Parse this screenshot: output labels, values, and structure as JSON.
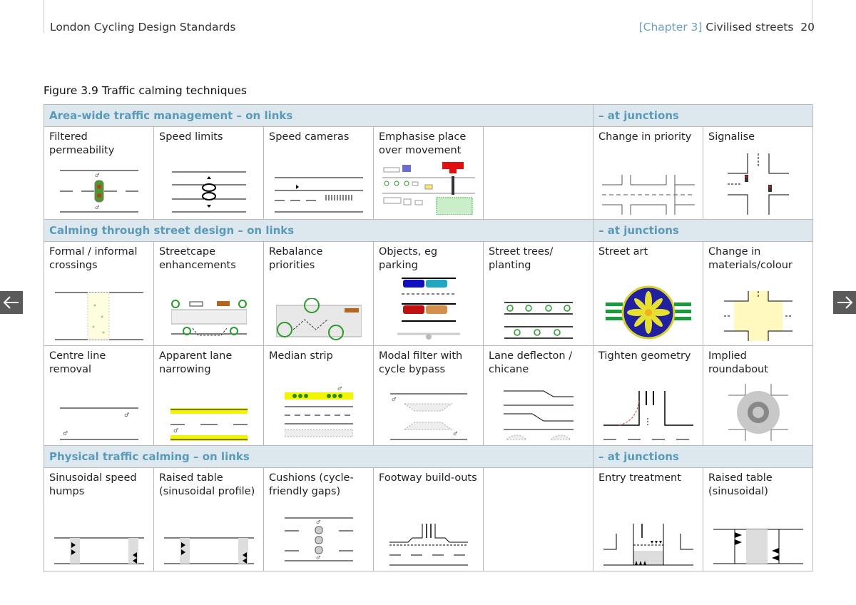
{
  "header": {
    "left": "London Cycling Design Standards",
    "chapter": "[Chapter 3]",
    "section": "Civilised streets",
    "page": "20"
  },
  "figure": {
    "title": "Figure 3.9 Traffic calming techniques"
  },
  "bands": [
    {
      "main": "Area-wide traffic management – on links",
      "junctions": "– at junctions"
    },
    {
      "main": "Calming through street design – on links",
      "junctions": "– at junctions"
    },
    {
      "main": "Physical traffic calming – on links",
      "junctions": "– at junctions"
    }
  ],
  "rows": [
    [
      "Filtered permeability",
      "Speed limits",
      "Speed cameras",
      "Emphasise place over movement",
      "",
      "Change in priority",
      "Signalise"
    ],
    [
      "Formal / informal crossings",
      "Streetcape enhancements",
      "Rebalance priorities",
      "Objects, eg parking",
      "Street trees/ planting",
      "Street art",
      "Change in materials/colour"
    ],
    [
      "Centre line removal",
      "Apparent lane narrowing",
      "Median strip",
      "Modal filter with cycle bypass",
      "Lane deflecton / chicane",
      "Tighten geometry",
      "Implied roundabout"
    ],
    [
      "Sinusoidal speed humps",
      "Raised table (sinusoidal profile)",
      "Cushions (cycle-friendly gaps)",
      "Footway build-outs",
      "",
      "Entry treatment",
      "Raised table (sinusoidal)"
    ]
  ],
  "colors": {
    "accent": "#5a9ab9",
    "band_bg": "#dde8ee",
    "nav_bg": "#5a5a5a"
  },
  "nav": {
    "prev_icon": "arrow-left-icon",
    "next_icon": "arrow-right-icon"
  }
}
